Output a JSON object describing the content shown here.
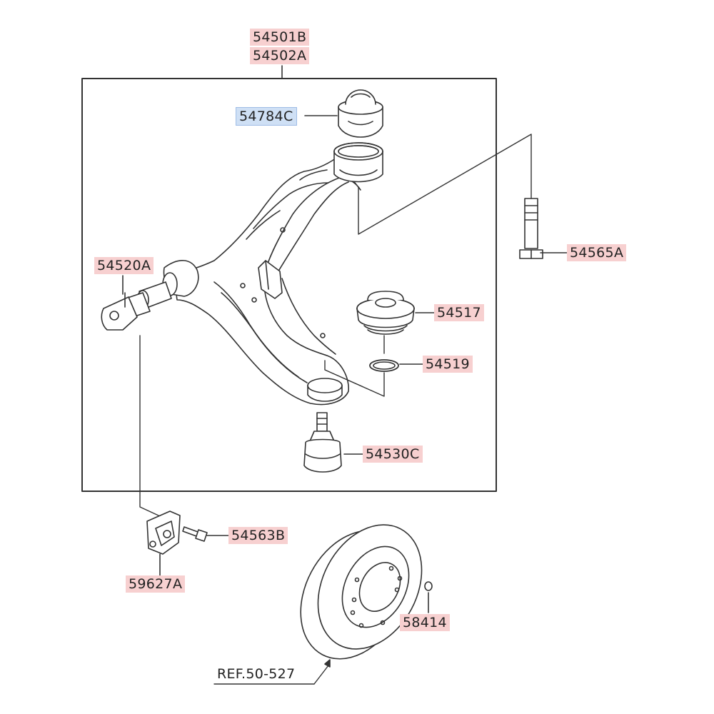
{
  "diagram": {
    "part_labels": {
      "assembly_1": "54501B",
      "assembly_2": "54502A",
      "bushing_top": "54784C",
      "bushing_front": "54520A",
      "bolt": "54565A",
      "dust_cover": "54517",
      "snap_ring": "54519",
      "ball_joint": "54530C",
      "bracket_bolt": "54563B",
      "bracket": "59627A",
      "small_part": "58414",
      "reference": "REF.50-527"
    },
    "colors": {
      "highlight": "#f7d0d0",
      "selected": "#cfe0f5",
      "line": "#333333"
    }
  }
}
